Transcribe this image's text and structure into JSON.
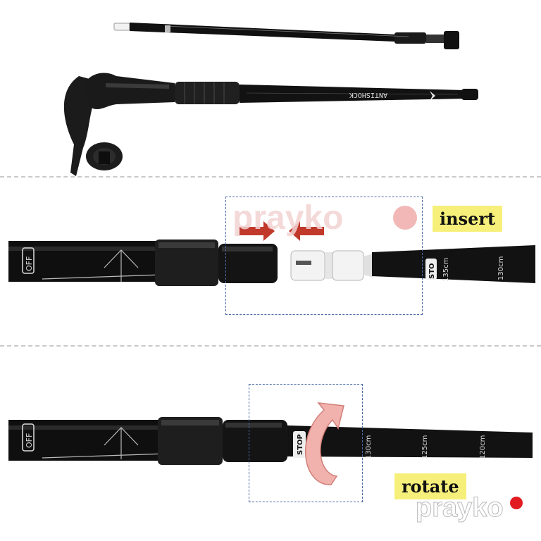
{
  "labels": {
    "insert": "insert",
    "rotate": "rotate"
  },
  "pole_markings": {
    "brand": "ANTISHOCK",
    "off": "OFF",
    "stop": "STOP",
    "stop_partial": "STO",
    "scale": [
      "135cm",
      "130cm",
      "125cm",
      "120cm"
    ]
  },
  "watermark": {
    "text": "prayko",
    "dot_color": "#e21b22"
  },
  "colors": {
    "label_bg": "#f6f07a",
    "arrow_red": "#c0392b",
    "rotate_arrow": "#f1b2ad",
    "box": "#4a6aa6"
  }
}
